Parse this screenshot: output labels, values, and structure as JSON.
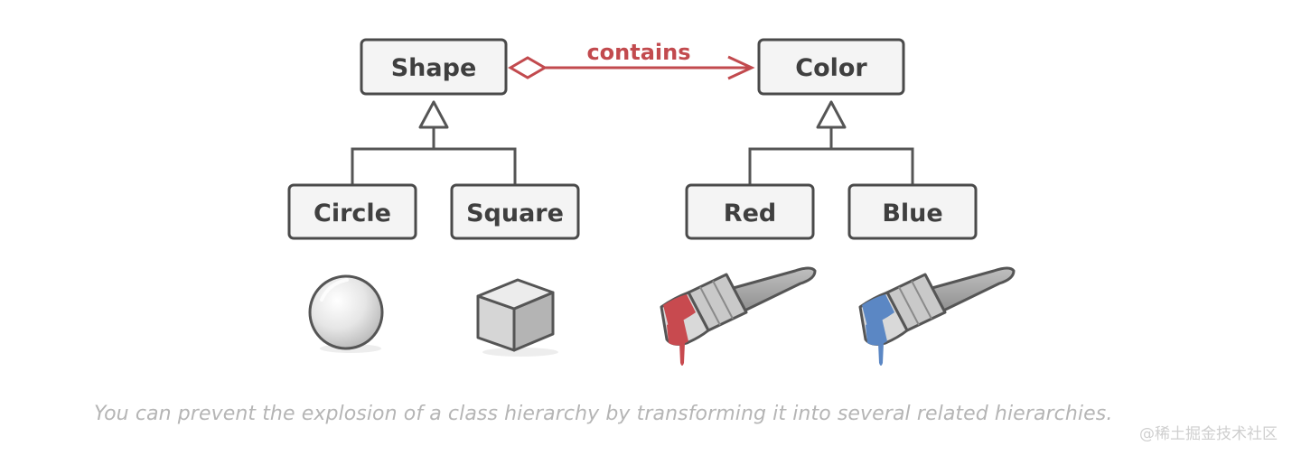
{
  "diagram": {
    "nodes": {
      "shape": "Shape",
      "color": "Color",
      "circle": "Circle",
      "square": "Square",
      "red": "Red",
      "blue": "Blue"
    },
    "association_label": "contains",
    "colors": {
      "association": "#c24a4e",
      "red_paint": "#c84a4f",
      "blue_paint": "#5b87c4",
      "box_fill": "#f4f4f4",
      "box_stroke": "#4a4a4a"
    },
    "icons": [
      "sphere-icon",
      "cube-icon",
      "red-paintbrush-icon",
      "blue-paintbrush-icon"
    ]
  },
  "caption": "You can prevent the explosion of a class hierarchy by transforming it into several related hierarchies.",
  "watermark": "@稀土掘金技术社区"
}
